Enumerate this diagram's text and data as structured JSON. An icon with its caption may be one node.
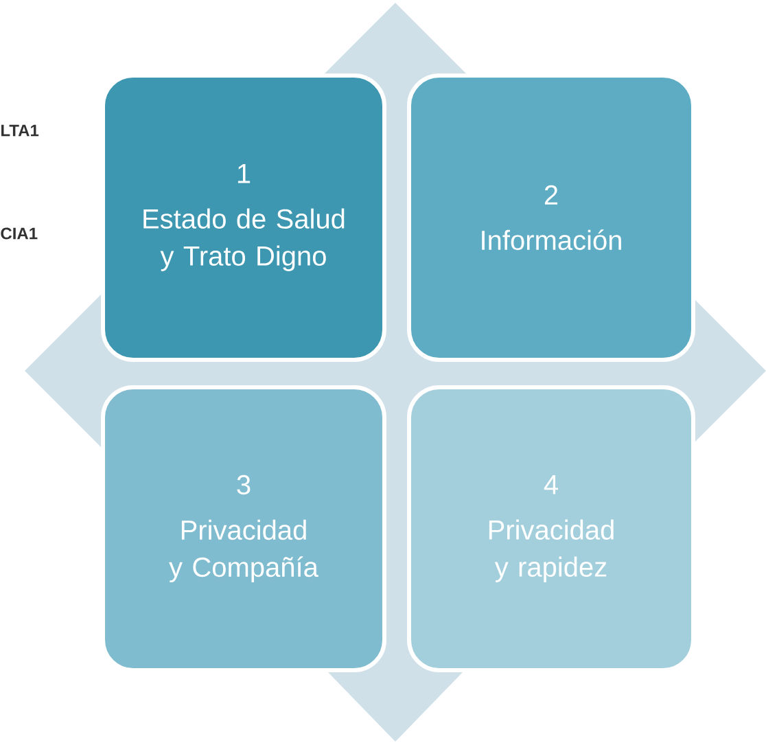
{
  "diagram": {
    "nodes": [
      {
        "text": [
          "1",
          "Estado de Salud y Trato Digno"
        ]
      },
      {
        "text": [
          "2",
          "Información"
        ]
      },
      {
        "text": [
          "3",
          "Privacidad y Compañía"
        ]
      },
      {
        "text": [
          "4",
          "Privacidad y rapidez"
        ]
      }
    ],
    "labels": [
      "LTA1",
      "CIA1"
    ]
  }
}
